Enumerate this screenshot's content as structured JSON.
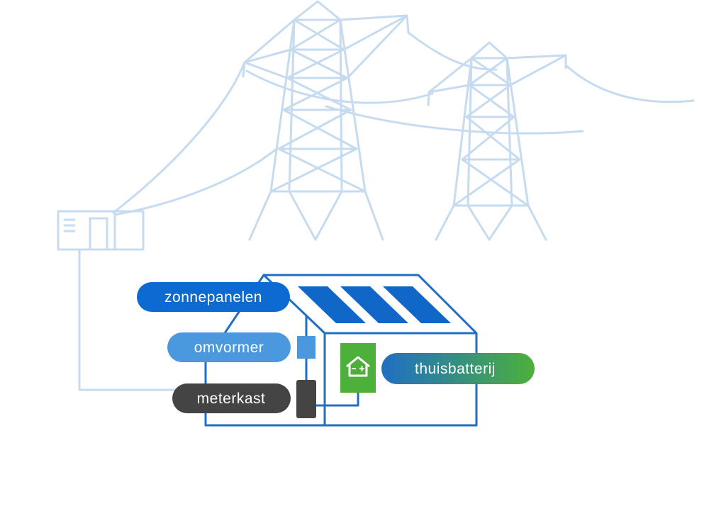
{
  "labels": {
    "solar_panels": "zonnepanelen",
    "inverter": "omvormer",
    "meter_cabinet": "meterkast",
    "home_battery": "thuisbatterij"
  },
  "colors": {
    "grid_line": "#c6dbef",
    "house_line": "#1f6fc4",
    "solar_panel": "#1167c8",
    "solar_label": "#0c6ad0",
    "inverter_label": "#4a98de",
    "inverter_box": "#4a98de",
    "meter_label": "#444444",
    "meter_box": "#444444",
    "battery_box": "#4cb03a",
    "battery_gradient_start": "#1f6fc4",
    "battery_gradient_end": "#4cb03a"
  }
}
